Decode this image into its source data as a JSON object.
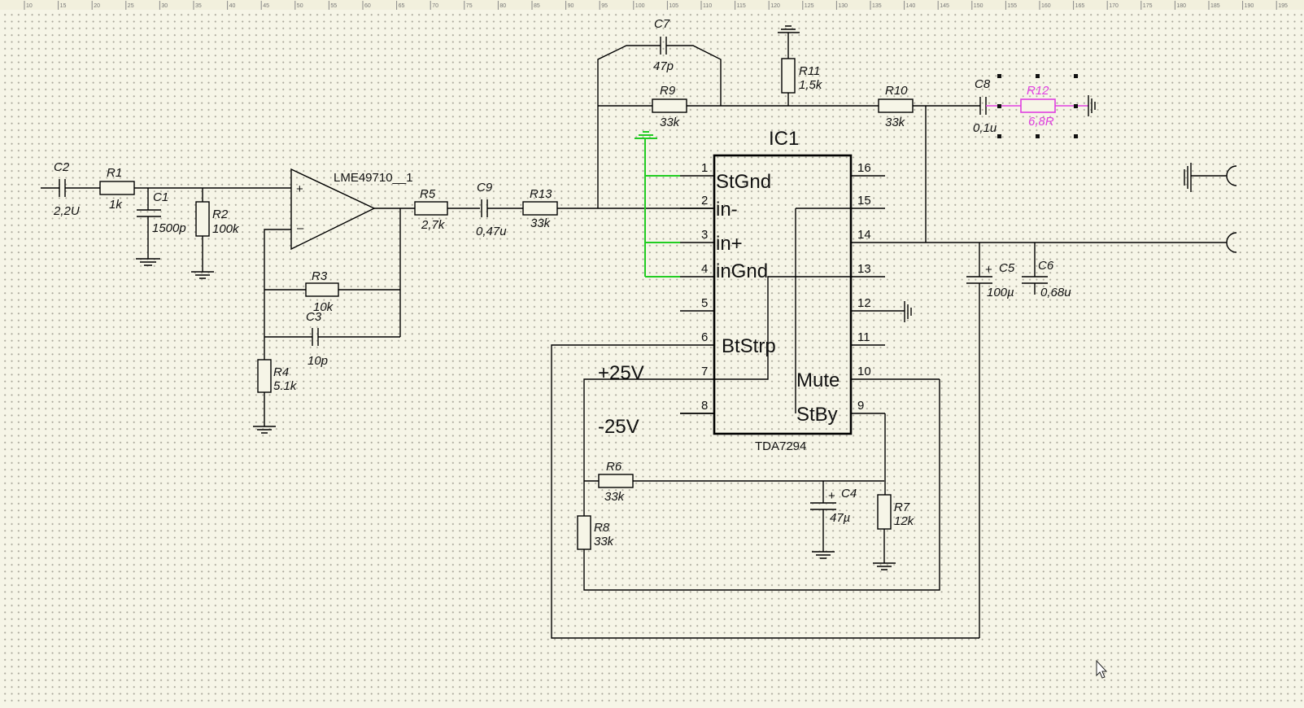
{
  "ruler": {
    "ticks": [
      "10",
      "15",
      "20",
      "25",
      "30",
      "35",
      "40",
      "45",
      "50",
      "55",
      "60",
      "65",
      "70",
      "75",
      "80",
      "85",
      "90",
      "95",
      "100",
      "105",
      "110",
      "115",
      "120",
      "125",
      "130",
      "135",
      "140",
      "145",
      "150",
      "155",
      "160",
      "165",
      "170",
      "175",
      "180",
      "185",
      "190",
      "195"
    ]
  },
  "components": {
    "C2": {
      "ref": "C2",
      "value": "2,2U"
    },
    "R1": {
      "ref": "R1",
      "value": "1k"
    },
    "C1": {
      "ref": "C1",
      "value": "1500p"
    },
    "R2": {
      "ref": "R2",
      "value": "100k"
    },
    "U1": {
      "ref": "LME49710__1"
    },
    "R3": {
      "ref": "R3",
      "value": "10k"
    },
    "C3": {
      "ref": "C3",
      "value": "10p"
    },
    "R4": {
      "ref": "R4",
      "value": "5.1k"
    },
    "R5": {
      "ref": "R5",
      "value": "2,7k"
    },
    "C9": {
      "ref": "C9",
      "value": "0,47u"
    },
    "R13": {
      "ref": "R13",
      "value": "33k"
    },
    "C7": {
      "ref": "C7",
      "value": "47p"
    },
    "R9": {
      "ref": "R9",
      "value": "33k"
    },
    "R11": {
      "ref": "R11",
      "value": "1,5k"
    },
    "R10": {
      "ref": "R10",
      "value": "33k"
    },
    "C8": {
      "ref": "C8",
      "value": "0,1u"
    },
    "R12": {
      "ref": "R12",
      "value": "6,8R"
    },
    "IC1": {
      "ref": "IC1",
      "value": "TDA7294"
    },
    "C5": {
      "ref": "C5",
      "value": "100µ"
    },
    "C6": {
      "ref": "C6",
      "value": "0,68u"
    },
    "R6": {
      "ref": "R6",
      "value": "33k"
    },
    "R8": {
      "ref": "R8",
      "value": "33k"
    },
    "C4": {
      "ref": "C4",
      "value": "47µ"
    },
    "R7": {
      "ref": "R7",
      "value": "12k"
    }
  },
  "ic_pins": {
    "left_numbers": [
      "1",
      "2",
      "3",
      "4",
      "5",
      "6",
      "7",
      "8"
    ],
    "right_numbers": [
      "16",
      "15",
      "14",
      "13",
      "12",
      "11",
      "10",
      "9"
    ],
    "left_names": [
      "StGnd",
      "in-",
      "in+",
      "inGnd",
      "BtStrp"
    ],
    "right_names": [
      "Mute",
      "StBy"
    ]
  },
  "nets": {
    "pos_supply": "+25V",
    "neg_supply": "-25V"
  },
  "colors": {
    "wire": "#000000",
    "highlight_net": "#22cc22",
    "selection": "#e040e0",
    "background": "#f6f5e7"
  }
}
